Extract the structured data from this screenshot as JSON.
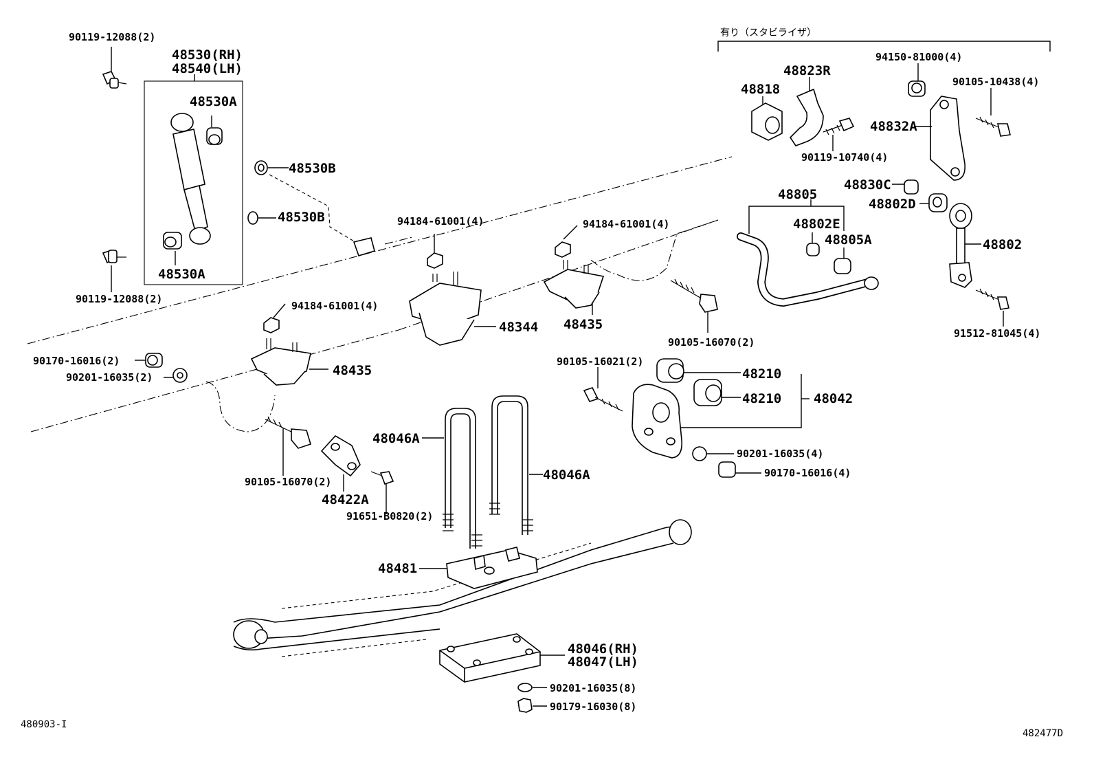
{
  "diagram": {
    "group_header": "有り（スタビライザ）",
    "labels": {
      "p90119_12088_top": "90119-12088(2)",
      "p48530_rh": "48530(RH)",
      "p48540_lh": "48540(LH)",
      "p48530A_top": "48530A",
      "p48530A_bottom": "48530A",
      "p48530B_1": "48530B",
      "p48530B_2": "48530B",
      "p90119_12088_bottom": "90119-12088(2)",
      "p94184_left": "94184-61001(4)",
      "p94184_mid": "94184-61001(4)",
      "p94184_right": "94184-61001(4)",
      "p48344": "48344",
      "p48435_right": "48435",
      "p48435_left": "48435",
      "p90170_16016_left": "90170-16016(2)",
      "p90201_16035_left": "90201-16035(2)",
      "p90105_16070_right": "90105-16070(2)",
      "p90105_16021": "90105-16021(2)",
      "p48210_1": "48210",
      "p48210_2": "48210",
      "p48042": "48042",
      "p90201_16035_4": "90201-16035(4)",
      "p90170_16016_4": "90170-16016(4)",
      "p48046A_left": "48046A",
      "p48046A_right": "48046A",
      "p90105_16070_left": "90105-16070(2)",
      "p48422A": "48422A",
      "p91651_B0820": "91651-B0820(2)",
      "p48481": "48481",
      "p48046_rh": "48046(RH)",
      "p48047_lh": "48047(LH)",
      "p90201_16035_8": "90201-16035(8)",
      "p90179_16030_8": "90179-16030(8)",
      "p94150_81000": "94150-81000(4)",
      "p48823R": "48823R",
      "p48818": "48818",
      "p90105_10438": "90105-10438(4)",
      "p48832A": "48832A",
      "p90119_10740": "90119-10740(4)",
      "p48830C": "48830C",
      "p48805": "48805",
      "p48802D": "48802D",
      "p48802E": "48802E",
      "p48805A": "48805A",
      "p48802": "48802",
      "p91512_81045": "91512-81045(4)"
    },
    "footer_left": "480903-I",
    "footer_right": "482477D"
  }
}
